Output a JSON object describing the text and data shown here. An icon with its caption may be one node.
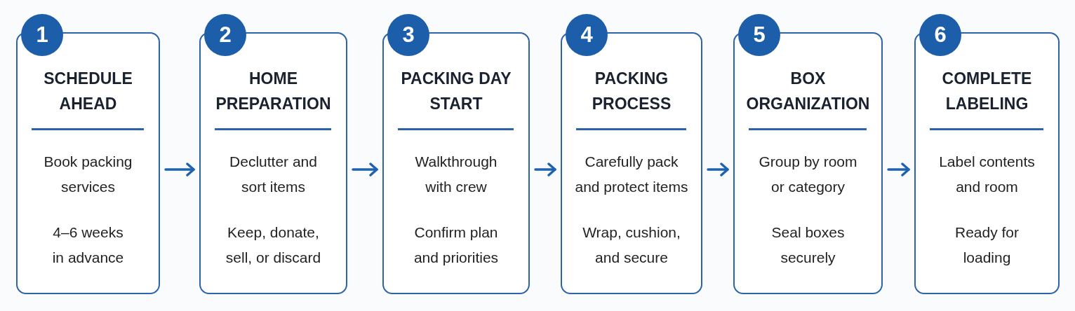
{
  "diagram": {
    "nodes": [
      {
        "text": [
          "1",
          "SCHEDULE AHEAD",
          "Book packing services",
          "4–6 weeks in advance"
        ]
      },
      {
        "text": [
          "2",
          "HOME PREPARATION",
          "Declutter and sort items",
          "Keep, donate, sell, or discard"
        ]
      },
      {
        "text": [
          "3",
          "PACKING DAY START",
          "Walkthrough with crew",
          "Confirm plan and priorities"
        ]
      },
      {
        "text": [
          "4",
          "PACKING PROCESS",
          "Carefully pack and protect items",
          "Wrap, cushion, and secure"
        ]
      },
      {
        "text": [
          "5",
          "BOX ORGANIZATION",
          "Group by room or category",
          "Seal boxes securely"
        ]
      },
      {
        "text": [
          "6",
          "COMPLETE LABELING",
          "Label contents and room",
          "Ready for loading"
        ]
      }
    ],
    "edges": [
      {
        "from": 0,
        "to": 1,
        "arrow": "to"
      },
      {
        "from": 1,
        "to": 2,
        "arrow": "to"
      },
      {
        "from": 2,
        "to": 3,
        "arrow": "to"
      },
      {
        "from": 3,
        "to": 4,
        "arrow": "to"
      },
      {
        "from": 4,
        "to": 5,
        "arrow": "to"
      }
    ]
  }
}
